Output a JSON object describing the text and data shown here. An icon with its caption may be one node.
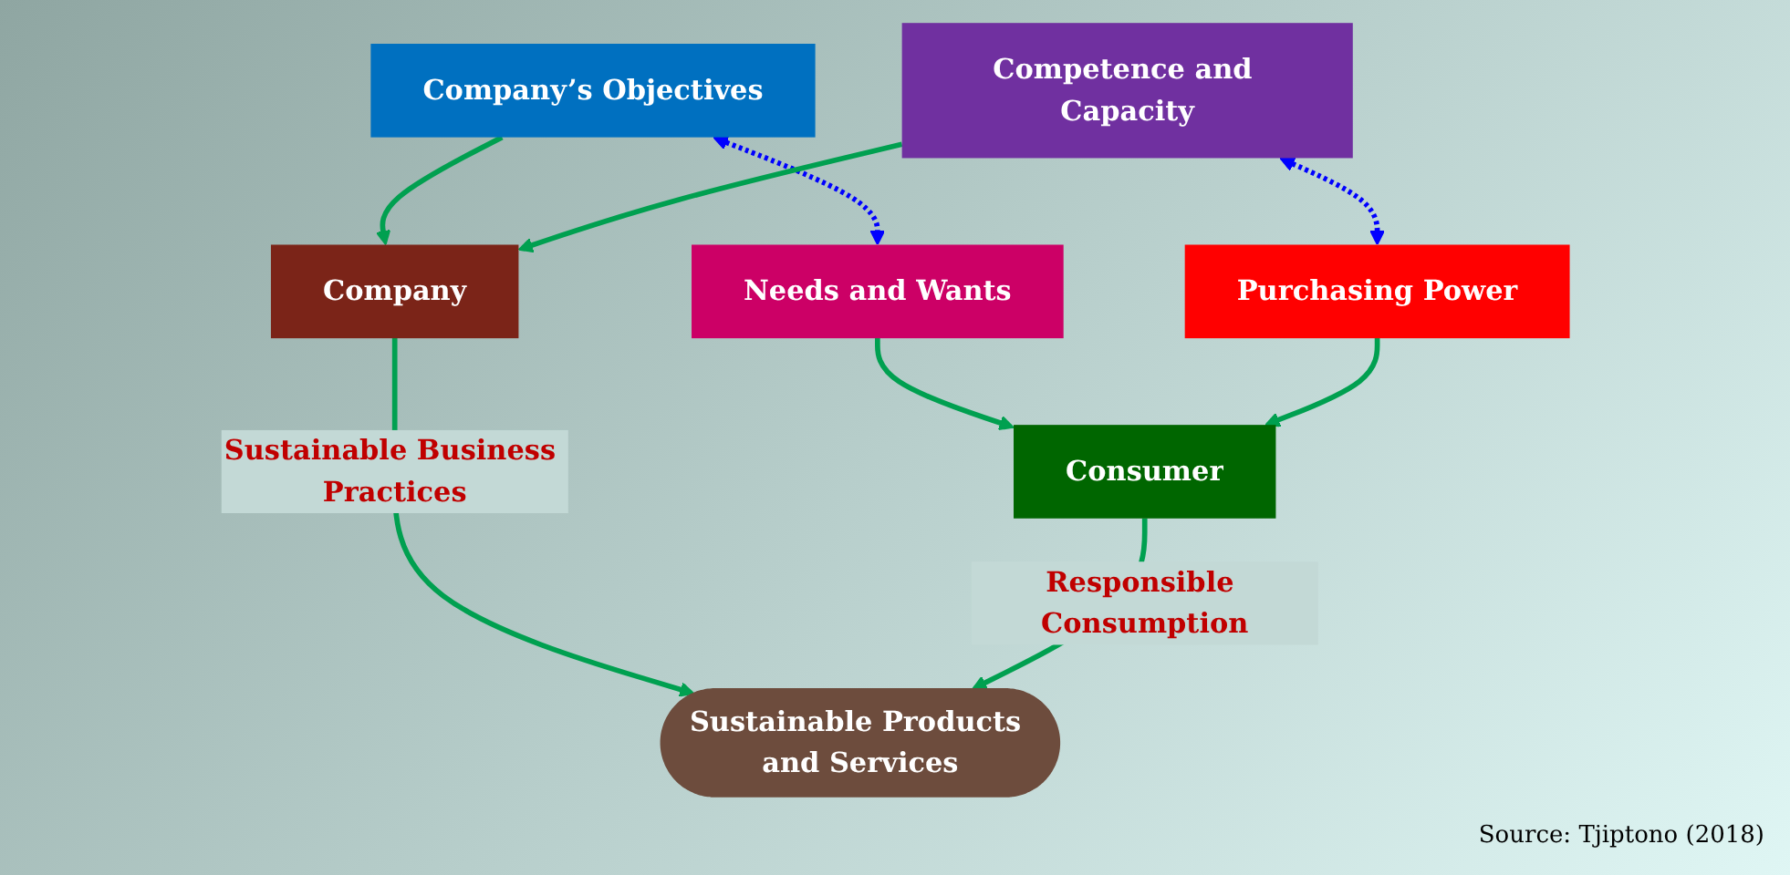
{
  "diagram": {
    "nodes": [
      {
        "text": [
          "Company’s Objectives"
        ]
      },
      {
        "text": [
          "Needs and Wants"
        ]
      },
      {
        "text": [
          "Company"
        ]
      },
      {
        "text": [
          "Sustainable Products and Services"
        ]
      },
      {
        "text": [
          "Consumer"
        ]
      },
      {
        "text": [
          "Competence and Capacity"
        ]
      },
      {
        "text": [
          "Purchasing Power"
        ]
      }
    ],
    "edges": [
      {
        "from": 0,
        "to": 1,
        "arrow": "both",
        "style": "dashed",
        "color": "#0000ff"
      },
      {
        "from": 0,
        "to": 2,
        "arrow": "to"
      },
      {
        "from": 1,
        "to": 4,
        "arrow": "to"
      },
      {
        "from": 2,
        "to": 3,
        "arrow": "to",
        "label": "Sustainable Business Practices"
      },
      {
        "from": 4,
        "to": 3,
        "arrow": "to",
        "label": "Responsible Consumption"
      },
      {
        "from": 5,
        "to": 2,
        "arrow": "to"
      },
      {
        "from": 6,
        "to": 4,
        "arrow": "to"
      },
      {
        "from": 5,
        "to": 6,
        "arrow": "both",
        "style": "dashed",
        "color": "#0000ff"
      }
    ],
    "caption": "Source: Tjiptono (2018)"
  }
}
